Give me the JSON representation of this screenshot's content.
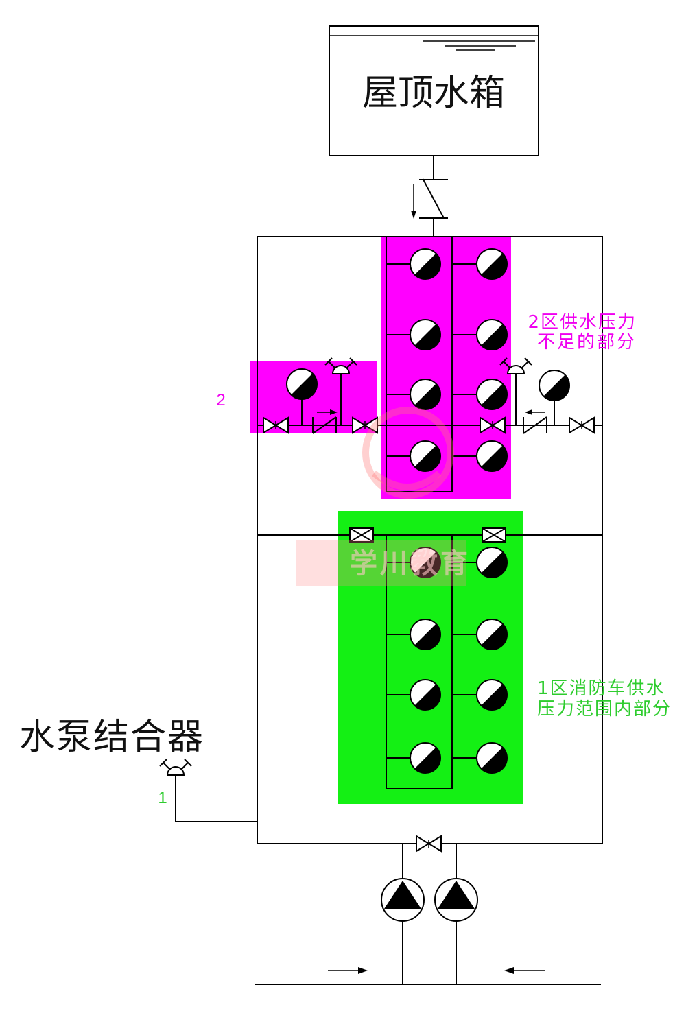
{
  "diagram": {
    "tank_label": "屋顶水箱",
    "adapter_label": "水泵结合器",
    "zone2": {
      "marker": "2",
      "label_line1": "2区供水压力",
      "label_line2": "不足的部分",
      "color": "#ff00ff",
      "text_color": "#f000f0"
    },
    "zone1": {
      "marker": "1",
      "label_line1": "1区消防车供水",
      "label_line2": "压力范围内部分",
      "color": "#14f014",
      "text_color": "#2ecc2e"
    },
    "watermark": "学川教育"
  },
  "icons": [
    "water-level-icon",
    "check-valve-icon",
    "fire-hydrant-icon",
    "gate-valve-icon",
    "pump-adapter-icon",
    "pump-icon",
    "flow-arrow-icon"
  ],
  "colors": {
    "line": "#000000",
    "background": "#ffffff"
  }
}
